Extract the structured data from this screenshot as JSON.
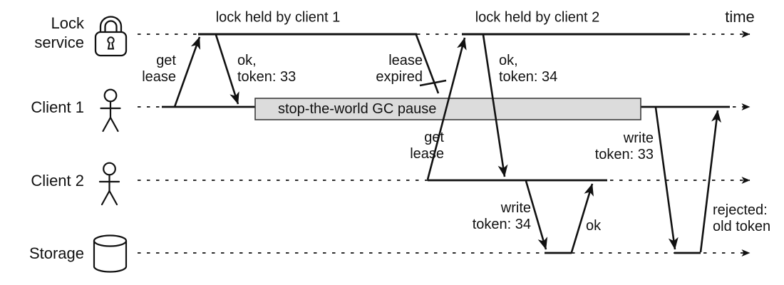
{
  "lanes": [
    {
      "label": "Lock service",
      "icon": "padlock-icon"
    },
    {
      "label": "Client 1",
      "icon": "person-icon"
    },
    {
      "label": "Client 2",
      "icon": "person-icon"
    },
    {
      "label": "Storage",
      "icon": "database-icon"
    }
  ],
  "time_axis_label": "time",
  "lock_bars": [
    {
      "label": "lock held by client 1"
    },
    {
      "label": "lock held by client 2"
    }
  ],
  "gc_pause_label": "stop-the-world GC pause",
  "messages": {
    "get_lease_1": "get\nlease",
    "ok_token_33": "ok,\ntoken: 33",
    "lease_expired": "lease\nexpired",
    "get_lease_2": "get\nlease",
    "ok_token_34": "ok,\ntoken: 34",
    "write_token_34": "write\ntoken: 34",
    "ok_write_34": "ok",
    "write_token_33": "write\ntoken: 33",
    "rejected_old_token": "rejected:\nold token"
  },
  "colors": {
    "ink": "#111111",
    "gc_box_fill": "#dcdcdc",
    "gc_box_border": "#3c3c3c",
    "background": "#ffffff"
  }
}
